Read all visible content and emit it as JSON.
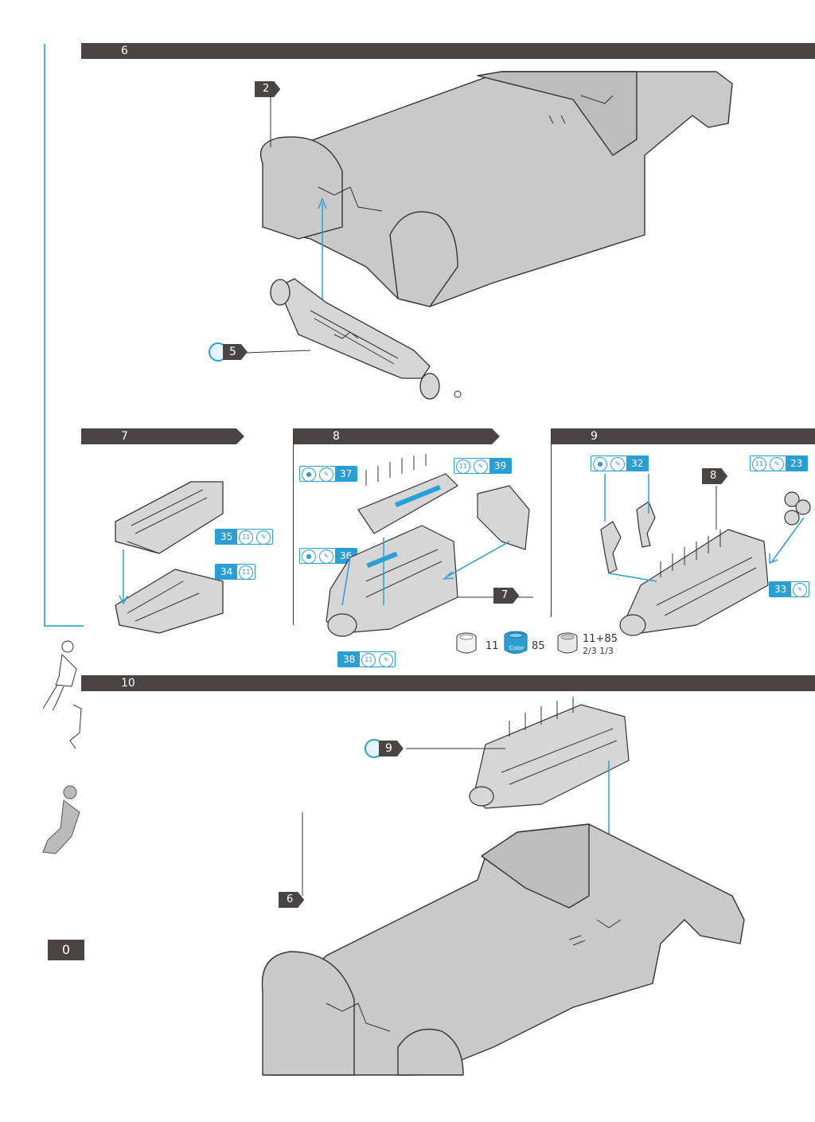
{
  "steps": {
    "s6": {
      "number": "6"
    },
    "s7": {
      "number": "7"
    },
    "s8": {
      "number": "8"
    },
    "s9": {
      "number": "9"
    },
    "s10": {
      "number": "10"
    }
  },
  "refs": {
    "step6_chassis": "2",
    "step6_axle": "5",
    "step8_subassembly": "7",
    "step9_engine": "8",
    "step10_engine": "9",
    "step10_chassis": "6"
  },
  "parts": {
    "p35": {
      "num": "35",
      "paint": "11"
    },
    "p34": {
      "num": "34",
      "paint": "11"
    },
    "p37": {
      "num": "37"
    },
    "p39": {
      "num": "39",
      "paint": "11"
    },
    "p36": {
      "num": "36"
    },
    "p38": {
      "num": "38",
      "paint": "11"
    },
    "p32": {
      "num": "32"
    },
    "p23": {
      "num": "23",
      "paint": "11"
    },
    "p33": {
      "num": "33"
    }
  },
  "paints": {
    "a": {
      "code": "11"
    },
    "b": {
      "code": "85",
      "can_label": "Color"
    },
    "c": {
      "code": "11+85",
      "ratio": "2/3  1/3"
    }
  },
  "colors": {
    "bar": "#4a4444",
    "accent": "#2a9fd6",
    "part_fill": "#c9c9c9",
    "line": "#333333"
  },
  "page": {
    "number": "0"
  }
}
